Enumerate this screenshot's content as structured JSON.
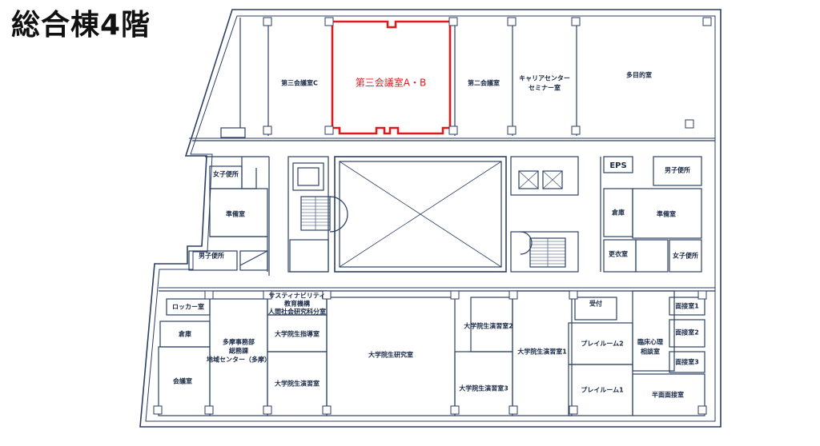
{
  "title": "総合棟4階",
  "colors": {
    "wall": "#2b3f63",
    "highlight": "#e01a1a",
    "background": "#ffffff"
  },
  "highlighted_room": "第三会議室A・B",
  "rooms": {
    "conf3c": "第三会議室C",
    "conf3ab": "第三会議室A・B",
    "conf2": "第二会議室",
    "career_line1": "キャリアセンター",
    "career_line2": "セミナー室",
    "multipurpose": "多目的室",
    "womens_wc_left": "女子便所",
    "mens_wc_left": "男子便所",
    "prep_left": "準備室",
    "eps": "EPS",
    "mens_wc_right": "男子便所",
    "storage_right": "倉庫",
    "prep_right": "準備室",
    "changing": "更衣室",
    "womens_wc_right": "女子便所",
    "locker": "ロッカー室",
    "storage_left": "倉庫",
    "meeting": "会議室",
    "center_line1": "多摩事務部",
    "center_line2": "総務課",
    "center_line3": "地域センター（多摩）",
    "sustain_line1": "サスティナビリティ",
    "sustain_line2": "教育機構",
    "sustain_line3": "人間社会研究科分室",
    "grad_instruction": "大学院生指導室",
    "grad_research_main": "大学院生研究室",
    "grad_seminar": "大学院生演習室",
    "grad_practice2": "大学院生演習室2",
    "grad_practice1": "大学院生演習室1",
    "grad_practice3": "大学院生演習室3",
    "reception": "受付",
    "playroom2": "プレイルーム2",
    "playroom1": "プレイルーム1",
    "clinical_line1": "臨床心理",
    "clinical_line2": "相談室",
    "interview1": "面接室1",
    "interview2": "面接室2",
    "interview3": "面接室3",
    "one_way": "半面面接室"
  }
}
